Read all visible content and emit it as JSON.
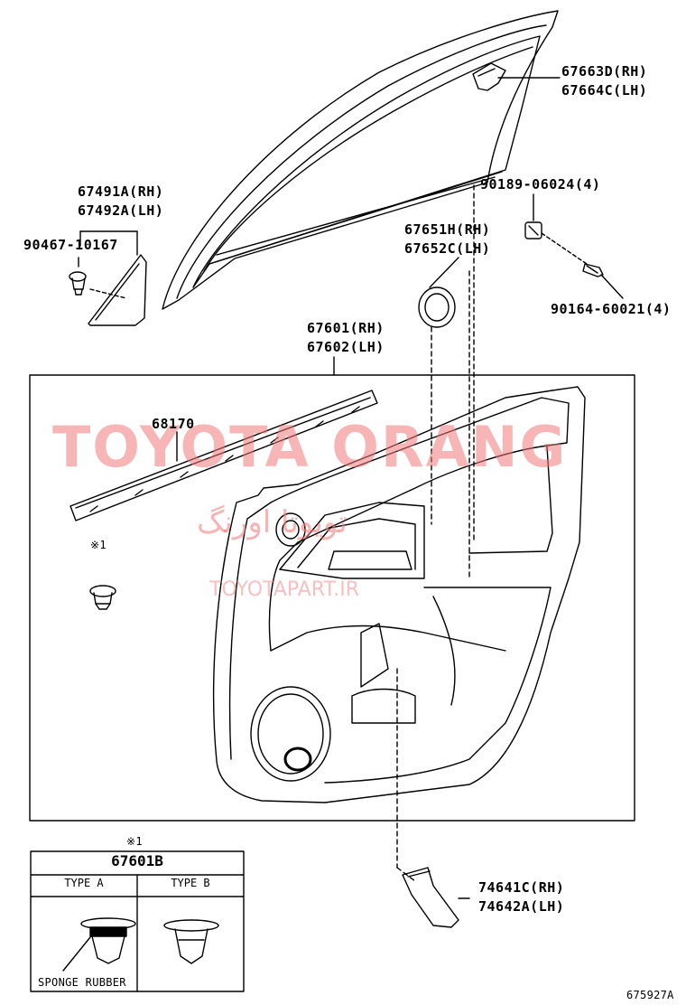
{
  "labels": {
    "p67663d": "67663D(RH)",
    "p67664c": "67664C(LH)",
    "p67491a": "67491A(RH)",
    "p67492a": "67492A(LH)",
    "p90467": "90467-10167",
    "p90189": "90189-06024(4)",
    "p67651h": "67651H(RH)",
    "p67652c": "67652C(LH)",
    "p90164": "90164-60021(4)",
    "p67601": "67601(RH)",
    "p67602": "67602(LH)",
    "p68170": "68170",
    "note_mark": "※1",
    "p74641c": "74641C(RH)",
    "p74642a": "74642A(LH)",
    "diagram_code": "675927A"
  },
  "legend": {
    "mark": "※1",
    "part": "67601B",
    "type_a": "TYPE A",
    "type_b": "TYPE B",
    "sponge": "SPONGE RUBBER"
  },
  "watermark": {
    "latin": "TOYOTA ORANG",
    "arabic": "تویوتا اورنگ",
    "url": "TOYOTAPART.IR"
  },
  "colors": {
    "line": "#000000",
    "watermark": "#f07878"
  }
}
